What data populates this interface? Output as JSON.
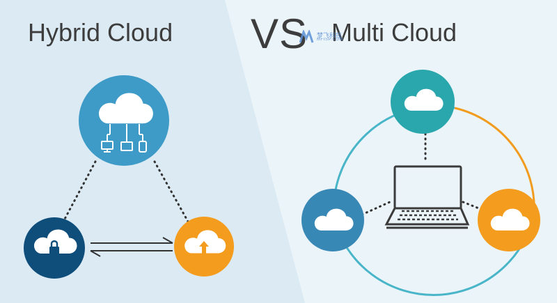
{
  "titles": {
    "left": "Hybrid Cloud",
    "vs": "VS",
    "right": "Multi Cloud"
  },
  "watermark": {
    "text": "梦飞科技",
    "sub": "MFISP.COM"
  },
  "colors": {
    "background_left": "#dcebf3",
    "background_right": "#ebf4f9",
    "blue_main": "#3e9bc8",
    "navy": "#0f4d7b",
    "orange": "#f39c1e",
    "teal": "#2aa7ad",
    "steel_blue": "#3888b6",
    "ring_teal": "#49b5c8",
    "ring_orange": "#f29c1f",
    "laptop": "#3b3b3b",
    "dots": "#333333"
  },
  "icons": {
    "main_cloud": "cloud-network-icon",
    "secure_cloud": "cloud-lock-icon",
    "upload_cloud": "cloud-upload-icon",
    "arrows": "exchange-arrows-icon",
    "laptop": "laptop-icon",
    "generic_cloud": "cloud-icon"
  }
}
